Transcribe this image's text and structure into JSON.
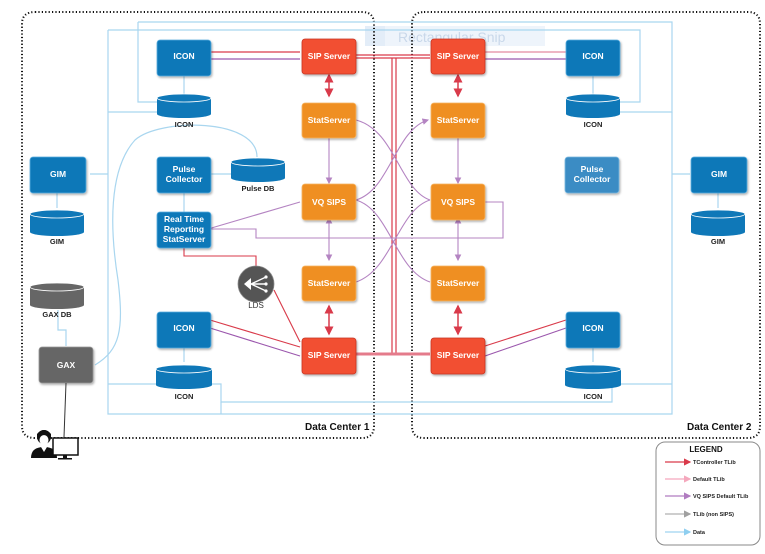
{
  "watermark": "Rectangular Snip",
  "data_centers": [
    {
      "label": "Data Center 1"
    },
    {
      "label": "Data Center 2"
    }
  ],
  "nodes": {
    "dc1_icon_top": "ICON",
    "dc1_icon_db_top": "ICON",
    "dc1_sip_top": "SIP Server",
    "dc1_stat_top": "StatServer",
    "dc1_gim": "GIM",
    "dc1_gim_db": "GIM",
    "dc1_pulse_collector": [
      "Pulse",
      "Collector"
    ],
    "dc1_pulse_db": "Pulse DB",
    "dc1_vq_sips": "VQ SIPS",
    "dc1_rt_stat": [
      "Real Time",
      "Reporting",
      "StatServer"
    ],
    "dc1_lds": "LDS",
    "dc1_stat_bottom": "StatServer",
    "dc1_gax_db": "GAX DB",
    "dc1_gax": "GAX",
    "dc1_icon_bottom": "ICON",
    "dc1_sip_bottom": "SIP Server",
    "dc1_icon_db_bottom": "ICON",
    "dc2_sip_top": "SIP Server",
    "dc2_icon_top": "ICON",
    "dc2_icon_db_top": "ICON",
    "dc2_stat_top": "StatServer",
    "dc2_pulse_collector": [
      "Pulse",
      "Collector"
    ],
    "dc2_gim": "GIM",
    "dc2_gim_db": "GIM",
    "dc2_vq_sips": "VQ SIPS",
    "dc2_stat_bottom": "StatServer",
    "dc2_sip_bottom": "SIP Server",
    "dc2_icon_bottom": "ICON",
    "dc2_icon_db_bottom": "ICON"
  },
  "legend": {
    "title": "LEGEND",
    "items": [
      {
        "label": "TController TLib",
        "color": "#d93a4a"
      },
      {
        "label": "Default TLib",
        "color": "#f5a8bd"
      },
      {
        "label": "VQ SIPS Default TLib",
        "color": "#b07cc0"
      },
      {
        "label": "TLib (non SIPS)",
        "color": "#b0b0b0"
      },
      {
        "label": "Data",
        "color": "#9fd4f0"
      }
    ]
  },
  "colors": {
    "blue_box": "#0f78b8",
    "blue_box_faded": "#3a8cc4",
    "sip_red": "#f25030",
    "stat_orange": "#ef8f22",
    "gax_gray": "#666666",
    "lds_gray": "#555555",
    "data_line": "#a9d6ef",
    "tcontroller": "#d93a4a",
    "vq_line": "#b484c2",
    "purple_line": "#8b56a8"
  }
}
